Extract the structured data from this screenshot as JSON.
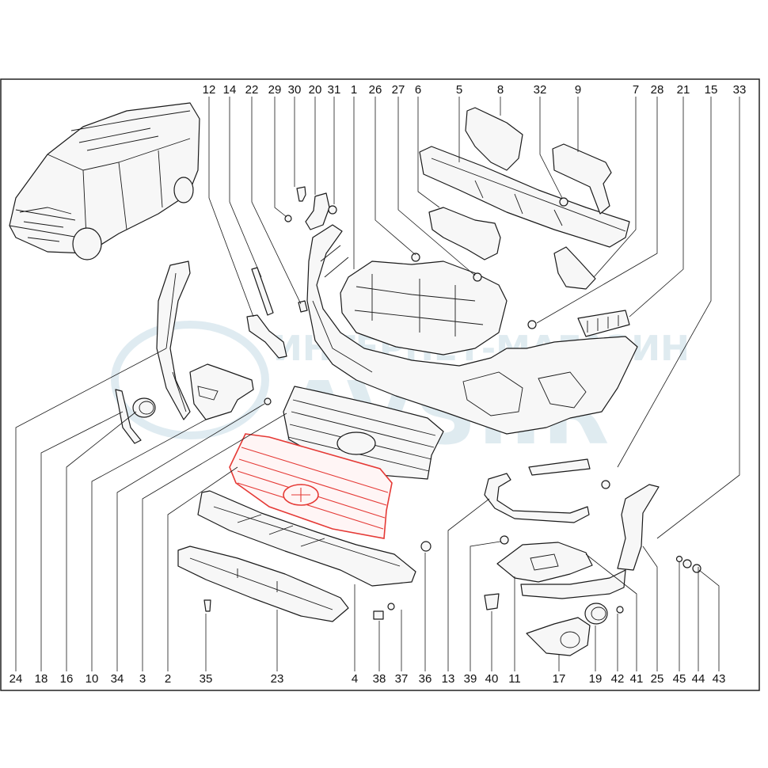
{
  "diagram": {
    "top_numbers": [
      "12",
      "14",
      "22",
      "29",
      "30",
      "20",
      "31",
      "1",
      "26",
      "27",
      "6",
      "5",
      "8",
      "32",
      "9",
      "7",
      "28",
      "21",
      "15",
      "33"
    ],
    "bottom_numbers": [
      "24",
      "18",
      "16",
      "10",
      "34",
      "3",
      "2",
      "35",
      "23",
      "4",
      "38",
      "37",
      "36",
      "13",
      "39",
      "40",
      "11",
      "17",
      "19",
      "42",
      "41",
      "25",
      "45",
      "44",
      "43"
    ],
    "highlight_color": "#e53935",
    "line_color": "#1a1a1a",
    "watermark_top": "ИНТЕРНЕТ-МАГАЗИН",
    "watermark_bottom": "AVS.IR"
  }
}
